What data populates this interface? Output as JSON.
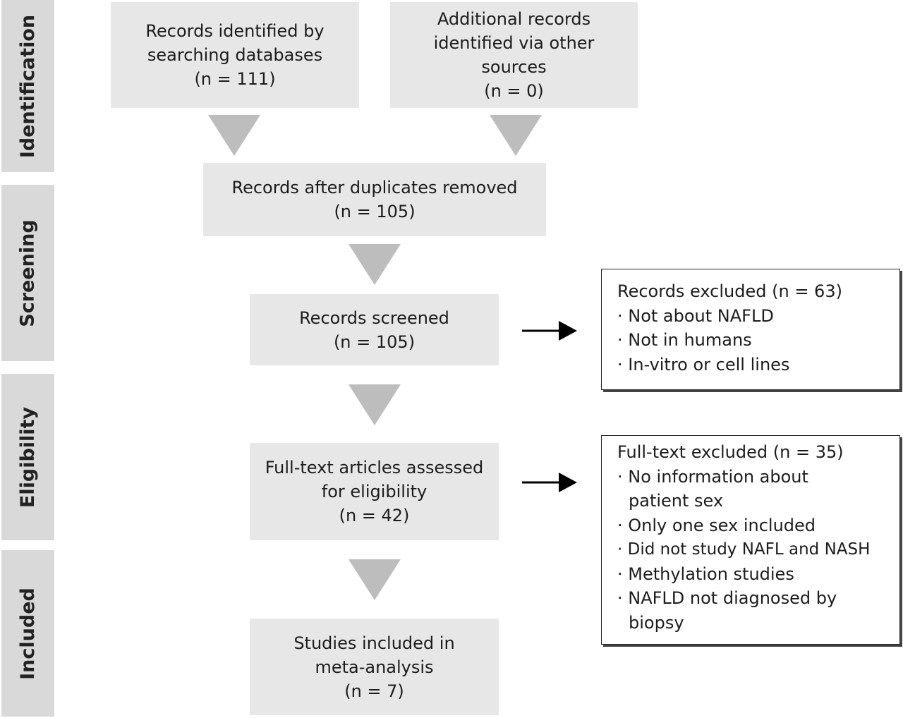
{
  "stages": {
    "identification": "Identification",
    "screening": "Screening",
    "eligibility": "Eligibility",
    "included": "Included"
  },
  "boxes": {
    "databases": {
      "line1": "Records identified by",
      "line2": "searching databases",
      "line3": "(n = 111)"
    },
    "other_sources": {
      "line1": "Additional records",
      "line2": "identified via other",
      "line3": "sources",
      "line4": "(n = 0)"
    },
    "duplicates_removed": {
      "line1": "Records after duplicates removed",
      "line2": "(n = 105)"
    },
    "screened": {
      "line1": "Records screened",
      "line2": "(n = 105)"
    },
    "full_text": {
      "line1": "Full-text articles assessed",
      "line2": "for eligibility",
      "line3": "(n = 42)"
    },
    "included": {
      "line1": "Studies included in",
      "line2": "meta-analysis",
      "line3": "(n = 7)"
    }
  },
  "records_excluded": {
    "title": "Records excluded (n = 63)",
    "items": [
      "· Not about NAFLD",
      "· Not in humans",
      "· In-vitro or cell lines"
    ]
  },
  "fulltext_excluded": {
    "title": "Full-text excluded (n = 35)",
    "item1": "· No information about",
    "item1_cont": "patient sex",
    "item2": "· Only one sex included",
    "item3": "· Did not study NAFL and NASH",
    "item4": "· Methylation studies",
    "item5": "· NAFLD not diagnosed by",
    "item5_cont": "biopsy"
  },
  "colors": {
    "stage_bg": "#d9d9d9",
    "box_bg": "#e7e7e7",
    "triangle": "#bdbdbd",
    "arrow": "#000000"
  }
}
